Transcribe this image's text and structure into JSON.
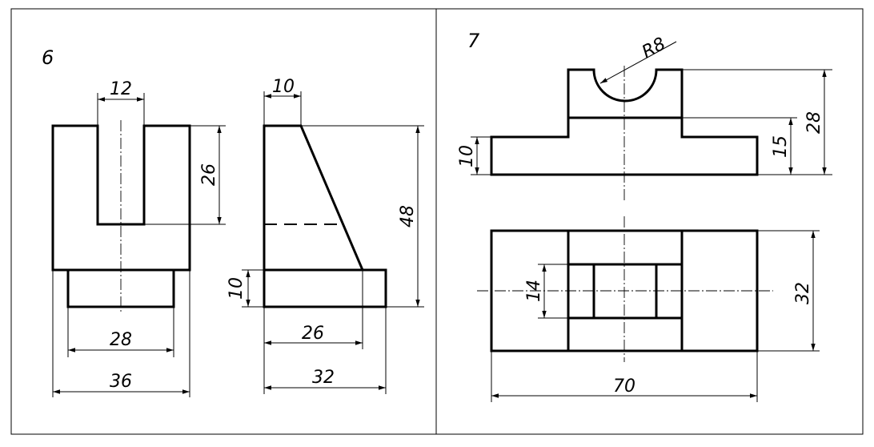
{
  "panels": [
    {
      "number": "6",
      "dims": {
        "slot_width": "12",
        "slot_depth": "26",
        "base_width": "28",
        "total_width": "36",
        "side_top": "10",
        "side_height": "48",
        "side_base_height": "10",
        "side_mid": "26",
        "side_width": "32"
      }
    },
    {
      "number": "7",
      "dims": {
        "radius": "R8",
        "flange_height": "10",
        "step_height": "15",
        "total_height": "28",
        "inner_width": "14",
        "depth": "32",
        "length": "70"
      }
    }
  ],
  "colors": {
    "ink": "#000000",
    "paper": "#ffffff"
  }
}
